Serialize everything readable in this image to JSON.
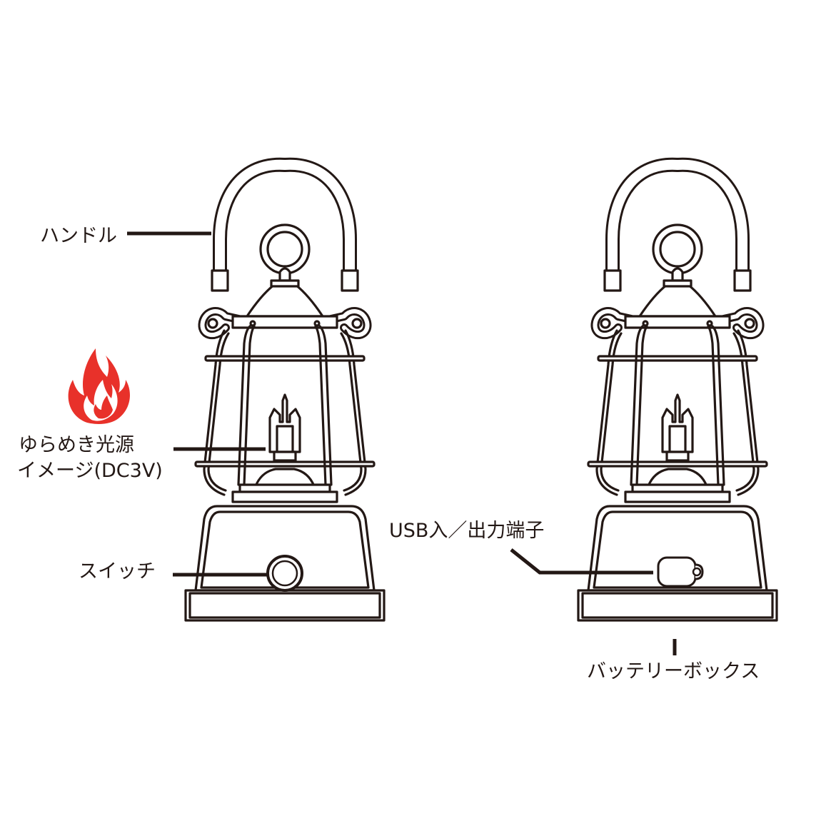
{
  "labels": {
    "handle": "ハンドル",
    "light_source_line1": "ゆらめき光源",
    "light_source_line2": "イメージ(DC3V)",
    "switch": "スイッチ",
    "usb_port": "USB入／出力端子",
    "battery_box": "バッテリーボックス"
  },
  "colors": {
    "line": "#231815",
    "flame_outer": "#e8312a",
    "flame_inner": "#ffffff"
  },
  "icons": {
    "flame": "flame-icon"
  }
}
